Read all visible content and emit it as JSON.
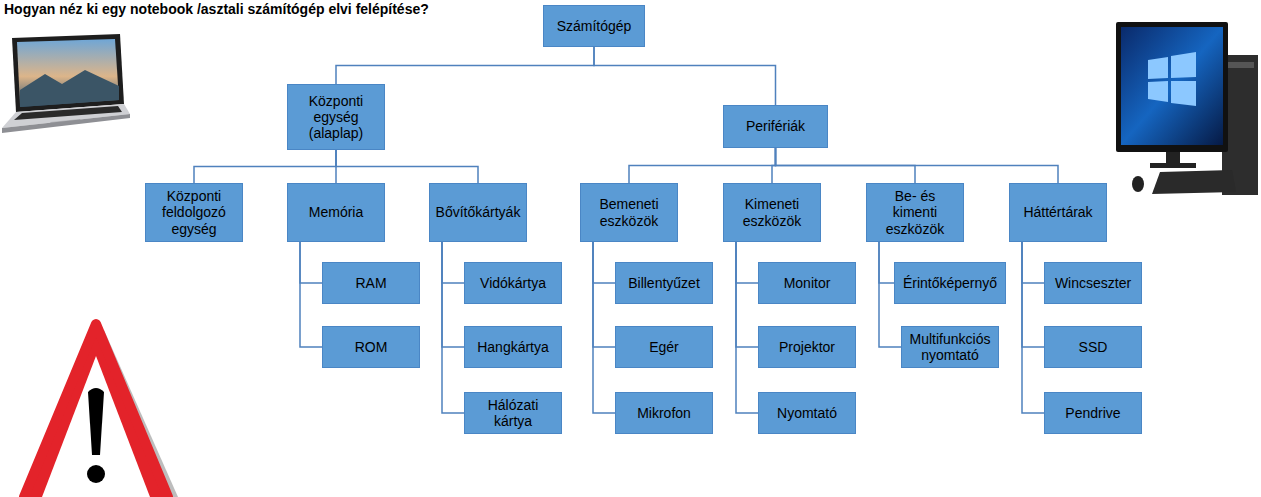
{
  "diagram": {
    "title": "Hogyan néz ki egy notebook /asztali számítógép elvi felépítése?",
    "nodes": [
      {
        "text": [
          "Számítógép"
        ]
      },
      {
        "text": [
          "Központi egység (alaplap)"
        ]
      },
      {
        "text": [
          "Perifériák"
        ]
      },
      {
        "text": [
          "Központi feldolgozó egység"
        ]
      },
      {
        "text": [
          "Memória"
        ]
      },
      {
        "text": [
          "Bővítőkártyák"
        ]
      },
      {
        "text": [
          "Bemeneti eszközök"
        ]
      },
      {
        "text": [
          "Kimeneti eszközök"
        ]
      },
      {
        "text": [
          "Be- és kimenti eszközök"
        ]
      },
      {
        "text": [
          "Háttértárak"
        ]
      },
      {
        "text": [
          "RAM"
        ]
      },
      {
        "text": [
          "ROM"
        ]
      },
      {
        "text": [
          "Vidókártya"
        ]
      },
      {
        "text": [
          "Hangkártya"
        ]
      },
      {
        "text": [
          "Hálózati kártya"
        ]
      },
      {
        "text": [
          "Billentyűzet"
        ]
      },
      {
        "text": [
          "Egér"
        ]
      },
      {
        "text": [
          "Mikrofon"
        ]
      },
      {
        "text": [
          "Monitor"
        ]
      },
      {
        "text": [
          "Projektor"
        ]
      },
      {
        "text": [
          "Nyomtató"
        ]
      },
      {
        "text": [
          "Érintőképernyő"
        ]
      },
      {
        "text": [
          "Multifunkciós nyomtató"
        ]
      },
      {
        "text": [
          "Wincseszter"
        ]
      },
      {
        "text": [
          "SSD"
        ]
      },
      {
        "text": [
          "Pendrive"
        ]
      }
    ],
    "edges": [
      {
        "from": 0,
        "to": 1,
        "arrow": "none"
      },
      {
        "from": 0,
        "to": 2,
        "arrow": "none"
      },
      {
        "from": 1,
        "to": 3,
        "arrow": "none"
      },
      {
        "from": 1,
        "to": 4,
        "arrow": "none"
      },
      {
        "from": 1,
        "to": 5,
        "arrow": "none"
      },
      {
        "from": 2,
        "to": 6,
        "arrow": "none"
      },
      {
        "from": 2,
        "to": 7,
        "arrow": "none"
      },
      {
        "from": 2,
        "to": 8,
        "arrow": "none"
      },
      {
        "from": 2,
        "to": 9,
        "arrow": "none"
      },
      {
        "from": 4,
        "to": 10,
        "arrow": "none"
      },
      {
        "from": 4,
        "to": 11,
        "arrow": "none"
      },
      {
        "from": 5,
        "to": 12,
        "arrow": "none"
      },
      {
        "from": 5,
        "to": 13,
        "arrow": "none"
      },
      {
        "from": 5,
        "to": 14,
        "arrow": "none"
      },
      {
        "from": 6,
        "to": 15,
        "arrow": "none"
      },
      {
        "from": 6,
        "to": 16,
        "arrow": "none"
      },
      {
        "from": 6,
        "to": 17,
        "arrow": "none"
      },
      {
        "from": 7,
        "to": 18,
        "arrow": "none"
      },
      {
        "from": 7,
        "to": 19,
        "arrow": "none"
      },
      {
        "from": 7,
        "to": 20,
        "arrow": "none"
      },
      {
        "from": 8,
        "to": 21,
        "arrow": "none"
      },
      {
        "from": 8,
        "to": 22,
        "arrow": "none"
      },
      {
        "from": 9,
        "to": 23,
        "arrow": "none"
      },
      {
        "from": 9,
        "to": 24,
        "arrow": "none"
      },
      {
        "from": 9,
        "to": 25,
        "arrow": "none"
      }
    ]
  }
}
